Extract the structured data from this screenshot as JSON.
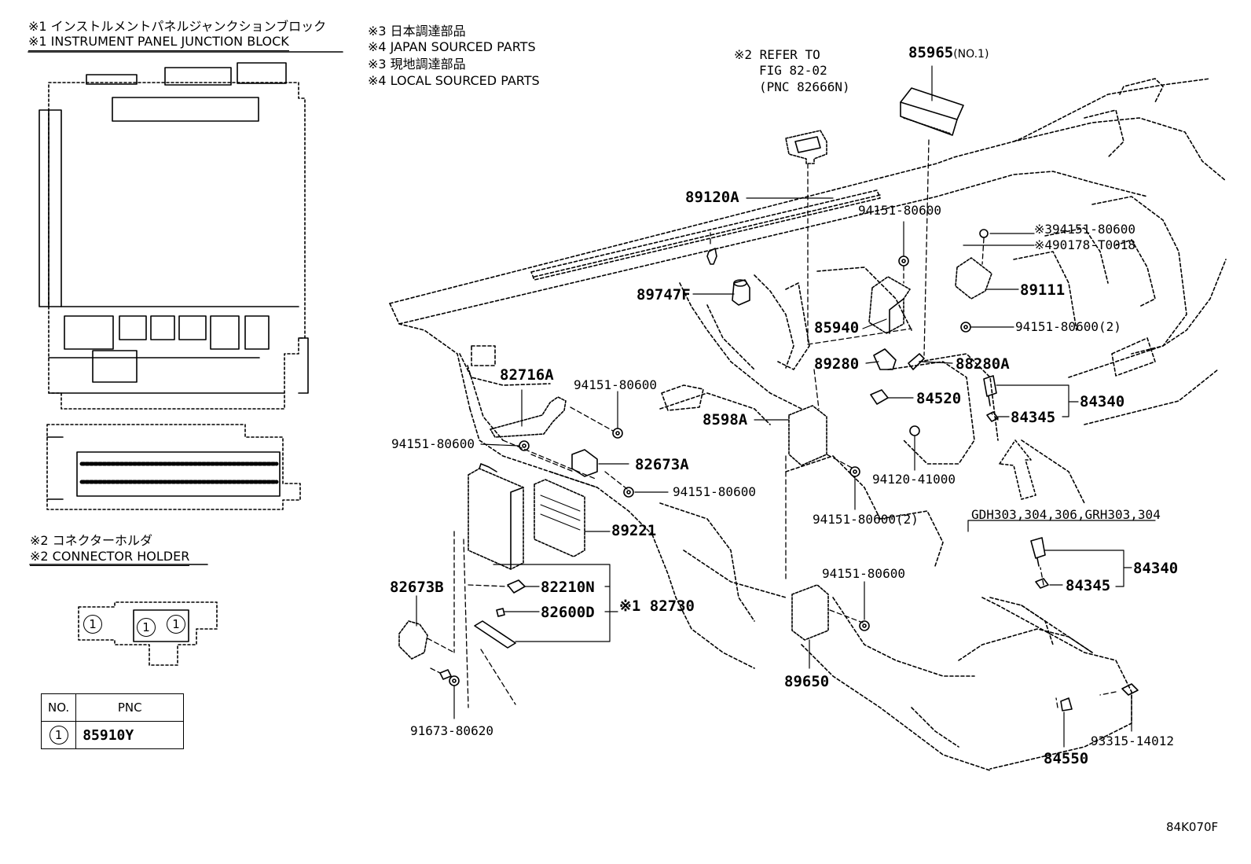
{
  "notes": {
    "jb_jp": "※1 インストルメントパネルジャンクションブロック",
    "jb_en": "※1 INSTRUMENT PANEL JUNCTION BLOCK",
    "japan_jp": "※3 日本調達部品",
    "japan_en": "※4 JAPAN SOURCED PARTS",
    "local_jp": "※3 現地調達部品",
    "local_en": "※4 LOCAL SOURCED PARTS",
    "holder_jp": "※2 コネクターホルダ",
    "holder_en": "※2 CONNECTOR HOLDER",
    "refer_1": "※2 REFER TO",
    "refer_2": "FIG 82-02",
    "refer_3": "(PNC 82666N)",
    "model_note": "GDH303,304,306,GRH303,304",
    "figure_id": "84K070F"
  },
  "table": {
    "head_no": "NO.",
    "head_pnc": "PNC",
    "row_no": "1",
    "row_pnc": "85910Y"
  },
  "holder_marks": [
    "1",
    "1",
    "1"
  ],
  "parts": {
    "p85965": "85965",
    "p85965_sub": "(NO.1)",
    "p89120a": "89120A",
    "p94151_top": "94151-80600",
    "p94151_j": "※394151-80600",
    "p90178": "※490178-T0018",
    "p89747f": "89747F",
    "p89111": "89111",
    "p85940": "85940",
    "p94151_2a": "94151-80600(2)",
    "p89280": "89280",
    "p88280a": "88280A",
    "p82716a": "82716A",
    "p94151_mid": "94151-80600",
    "p84520": "84520",
    "p84340a": "84340",
    "p84345a": "84345",
    "p8598a": "8598A",
    "p94151_left": "94151-80600",
    "p82673a": "82673A",
    "p94151_r": "94151-80600",
    "p94120": "94120-41000",
    "p94151_2b": "94151-80600(2)",
    "p89221": "89221",
    "p84340b": "84340",
    "p84345b": "84345",
    "p82673b": "82673B",
    "p82210n": "82210N",
    "p82600d": "82600D",
    "p82730": "※1 82730",
    "p94151_low": "94151-80600",
    "p89650": "89650",
    "p91673": "91673-80620",
    "p93315": "93315-14012",
    "p84550": "84550"
  }
}
